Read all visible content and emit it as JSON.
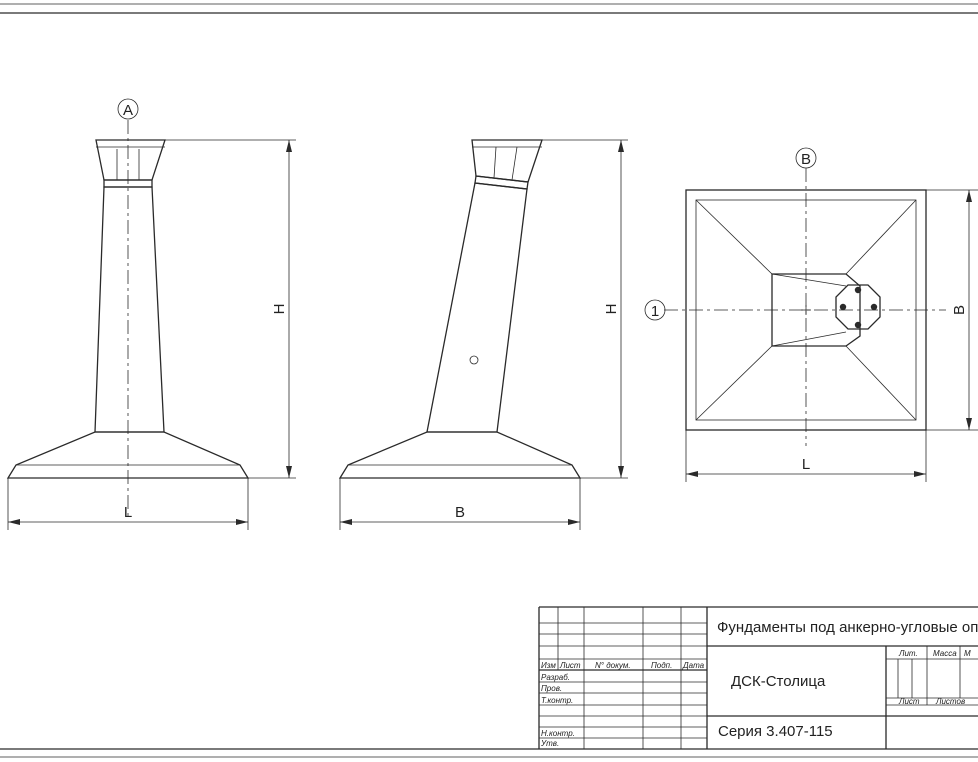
{
  "views": {
    "front": {
      "axis_label": "A",
      "height_label": "H",
      "width_label": "L"
    },
    "side": {
      "height_label": "H",
      "width_label": "B"
    },
    "plan": {
      "axis_top_label": "B",
      "axis_left_label": "1",
      "height_label": "B",
      "width_label": "L"
    }
  },
  "title_block": {
    "title": "Фундаменты под анкерно-угловые оп",
    "organization": "ДСК-Столица",
    "series": "Серия 3.407-115",
    "col_izm": "Изм",
    "col_list": "Лист",
    "col_doc": "N° докум.",
    "col_sign": "Подп.",
    "col_date": "Дата",
    "row_razrab": "Разраб.",
    "row_prov": "Пров.",
    "row_tkontr": "Т.контр.",
    "row_nkontr": "Н.контр.",
    "row_utv": "Утв.",
    "lit": "Лит.",
    "massa": "Масса",
    "masshtab": "М",
    "sheet": "Лист",
    "sheets": "Листов"
  }
}
